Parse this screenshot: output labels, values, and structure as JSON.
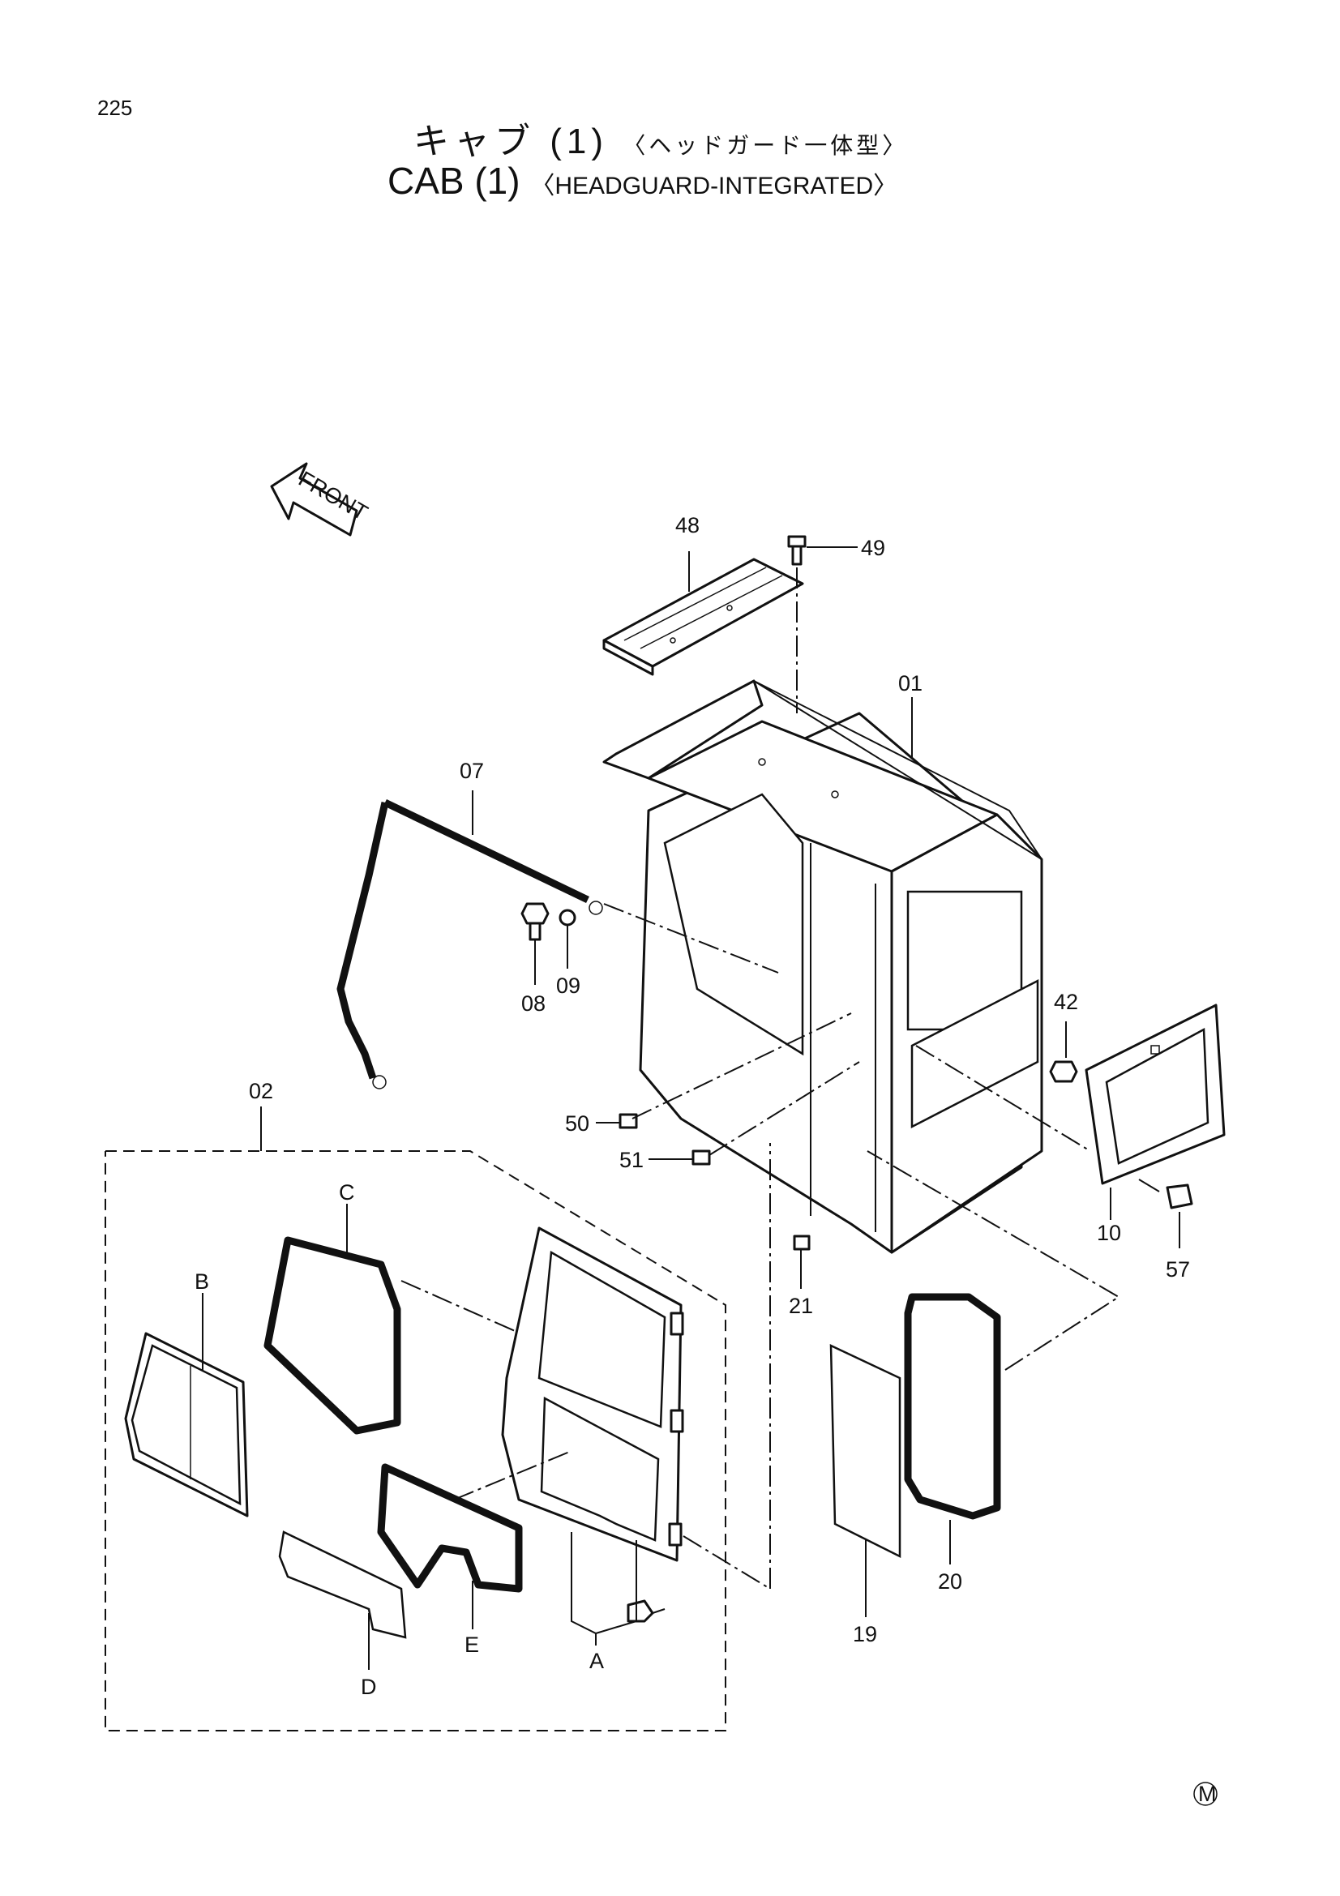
{
  "page_number": "225",
  "title": {
    "jp_main": "キャブ (1)",
    "jp_sub": "〈ヘッドガード一体型〉",
    "en_main": "CAB (1)",
    "en_sub": "〈HEADGUARD-INTEGRATED〉"
  },
  "front_arrow_label": "FRONT",
  "part_labels": {
    "p01": "01",
    "p02": "02",
    "p07": "07",
    "p08": "08",
    "p09": "09",
    "p10": "10",
    "p19": "19",
    "p20": "20",
    "p21": "21",
    "p42": "42",
    "p48": "48",
    "p49": "49",
    "p50": "50",
    "p51": "51",
    "p57": "57",
    "pA": "A",
    "pB": "B",
    "pC": "C",
    "pD": "D",
    "pE": "E"
  },
  "corner_mark": "M"
}
